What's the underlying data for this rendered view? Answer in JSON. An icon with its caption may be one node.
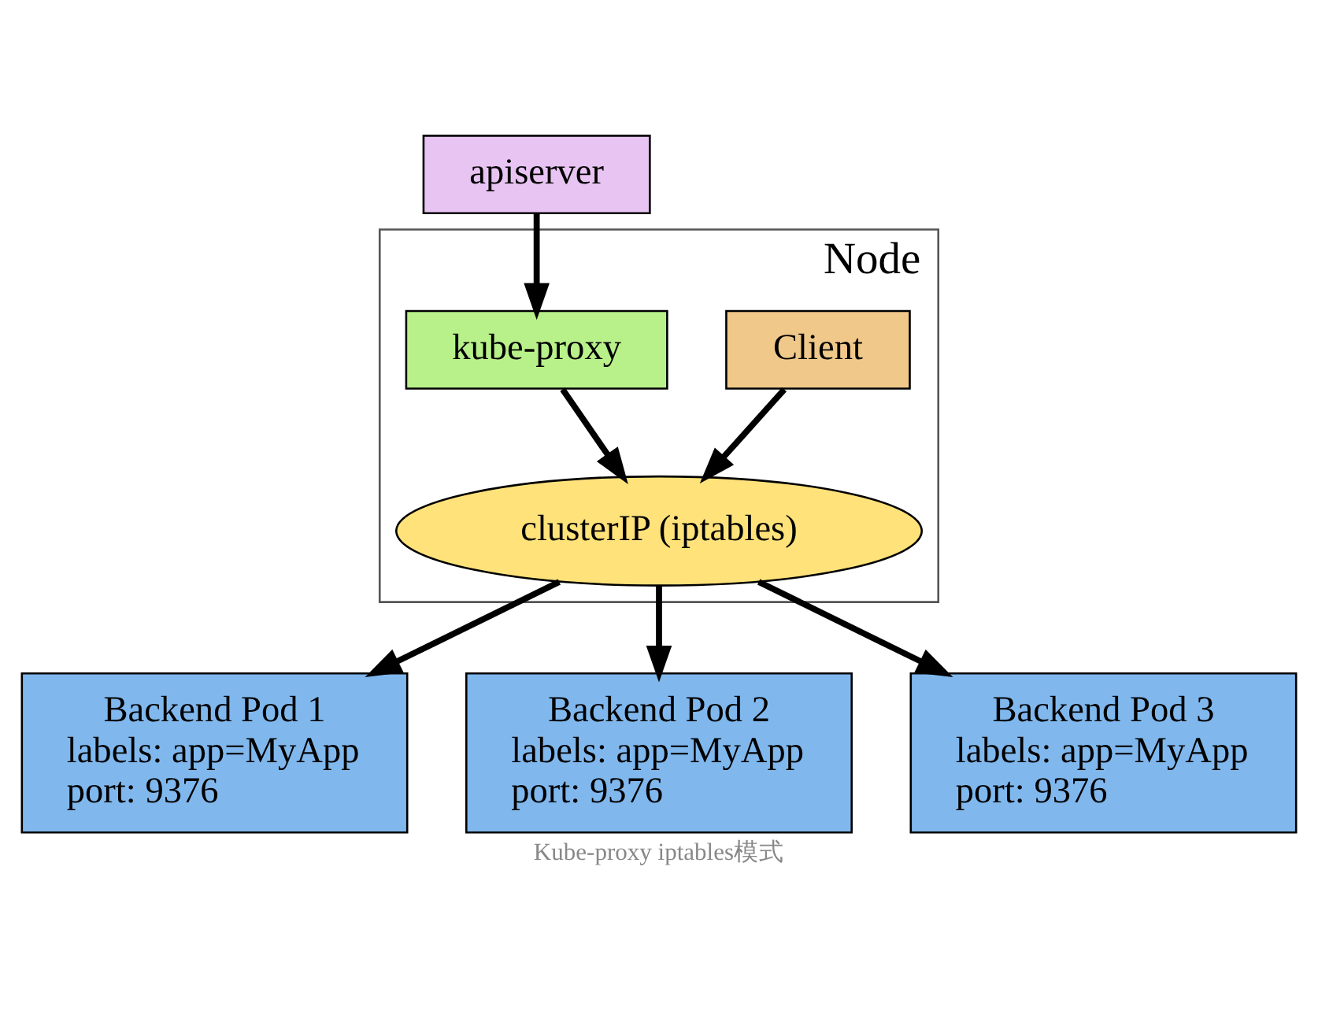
{
  "diagram": {
    "caption": "Kube-proxy iptables模式",
    "nodes": [
      {
        "text": [
          "apiserver"
        ]
      },
      {
        "text": [
          "Node"
        ]
      },
      {
        "text": [
          "Client"
        ],
        "in": 1
      },
      {
        "text": [
          "kube-proxy"
        ],
        "in": 1
      },
      {
        "text": [
          "clusterIP (iptables)"
        ],
        "in": 1
      },
      {
        "text": [
          "Backend Pod 1",
          "labels: app=MyApp",
          "port: 9376"
        ]
      },
      {
        "text": [
          "Backend Pod 2",
          "labels: app=MyApp",
          "port: 9376"
        ]
      },
      {
        "text": [
          "Backend Pod 3",
          "labels: app=MyApp",
          "port: 9376"
        ]
      }
    ],
    "edges": [
      {
        "from": 0,
        "to": 3,
        "arrow": "to"
      },
      {
        "from": 2,
        "to": 4,
        "arrow": "to"
      },
      {
        "from": 3,
        "to": 4,
        "arrow": "to"
      },
      {
        "from": 4,
        "to": 5,
        "arrow": "to"
      },
      {
        "from": 4,
        "to": 6,
        "arrow": "to"
      },
      {
        "from": 4,
        "to": 7,
        "arrow": "to"
      }
    ]
  }
}
